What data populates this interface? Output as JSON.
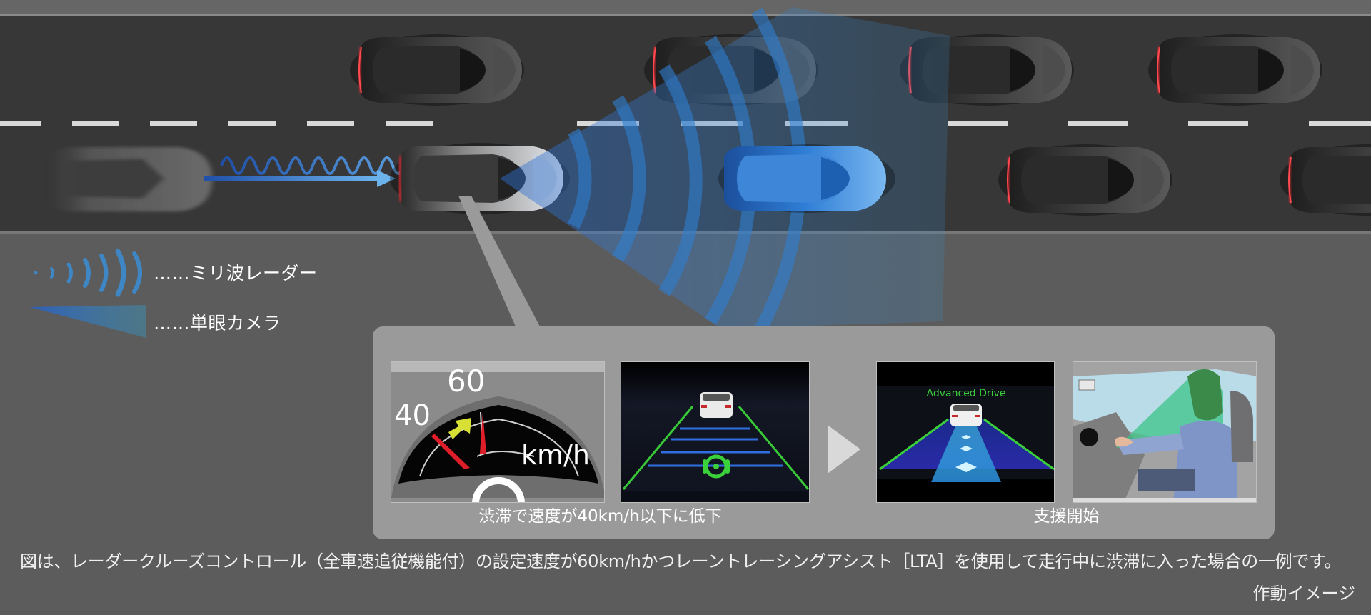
{
  "legend": {
    "radar_label": "……ミリ波レーダー",
    "camera_label": "……単眼カメラ"
  },
  "panel": {
    "before": {
      "caption": "渋滞で速度が40km/h以下に低下",
      "speedometer": {
        "tick_high": "60",
        "tick_low": "40",
        "unit": "km/h"
      }
    },
    "arrow_icon": "play-triangle-icon",
    "after": {
      "caption": "支援開始",
      "screen_title": "Advanced Drive"
    }
  },
  "footnote": {
    "text": "図は、レーダークルーズコントロール（全車速追従機能付）の設定速度が60km/hかつレーントレーシングアシスト［LTA］を使用して走行中に渋滞に入った場合の一例です。",
    "image_note": "作動イメージ"
  },
  "colors": {
    "road": "#3a3a3a",
    "shoulder": "#5e5e5e",
    "lane_marking": "#dcdcdc",
    "radar_blue": "#2f6fc0",
    "camera_blue": "#3a7fc4",
    "target_car": "#2f7ed6",
    "tail_light": "#d0202a",
    "panel_bg": "#9a9a9a",
    "lane_green": "#3ad13a",
    "advanced_drive_green": "#3ccf3c"
  }
}
